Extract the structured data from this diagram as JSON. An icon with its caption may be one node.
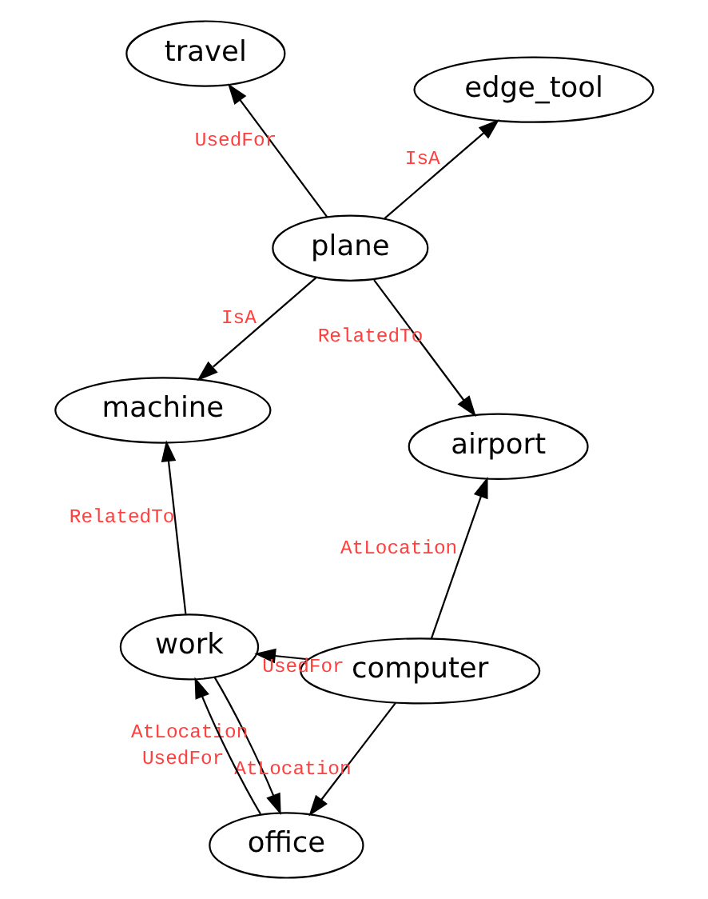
{
  "diagram": {
    "nodes": [
      {
        "text": [
          "travel"
        ]
      },
      {
        "text": [
          "edge_tool"
        ]
      },
      {
        "text": [
          "plane"
        ]
      },
      {
        "text": [
          "machine"
        ]
      },
      {
        "text": [
          "airport"
        ]
      },
      {
        "text": [
          "work"
        ]
      },
      {
        "text": [
          "computer"
        ]
      },
      {
        "text": [
          "office"
        ]
      }
    ],
    "edges": [
      {
        "from": 2,
        "to": 0,
        "arrow": "to",
        "label": "UsedFor"
      },
      {
        "from": 2,
        "to": 1,
        "arrow": "to",
        "label": "IsA"
      },
      {
        "from": 2,
        "to": 3,
        "arrow": "to",
        "label": "IsA"
      },
      {
        "from": 2,
        "to": 4,
        "arrow": "to",
        "label": "RelatedTo"
      },
      {
        "from": 5,
        "to": 3,
        "arrow": "to",
        "label": "RelatedTo"
      },
      {
        "from": 6,
        "to": 4,
        "arrow": "to",
        "label": "AtLocation"
      },
      {
        "from": 6,
        "to": 5,
        "arrow": "to",
        "label": "UsedFor"
      },
      {
        "from": 5,
        "to": 7,
        "arrow": "to",
        "label": "AtLocation"
      },
      {
        "from": 7,
        "to": 5,
        "arrow": "to",
        "label": "UsedFor"
      },
      {
        "from": 6,
        "to": 7,
        "arrow": "to",
        "label": "AtLocation"
      }
    ]
  }
}
